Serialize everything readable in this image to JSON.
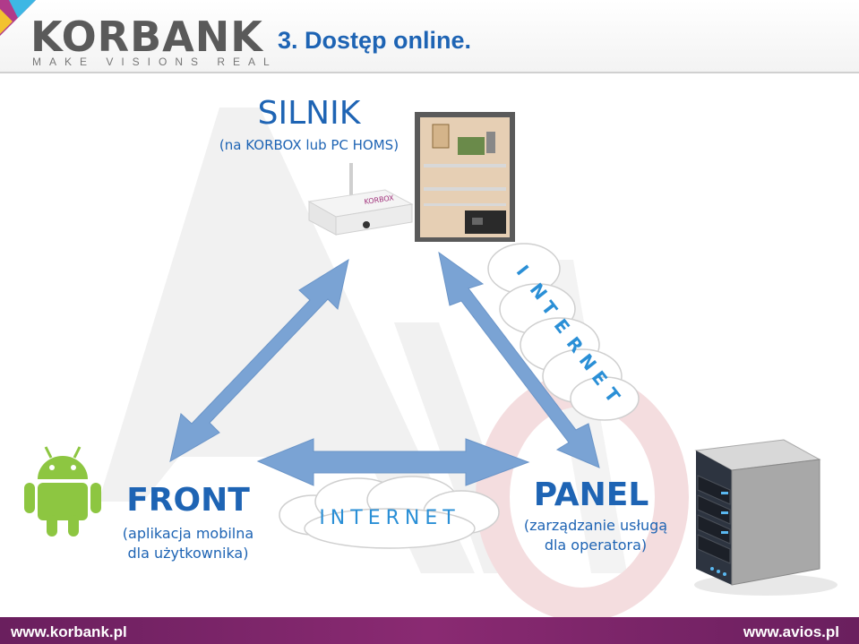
{
  "header": {
    "logo": "KORBANK",
    "tagline": "MAKE VISIONS REAL",
    "title": "3. Dostęp online."
  },
  "nodes": {
    "silnik": {
      "title": "SILNIK",
      "subtitle": "(na KORBOX lub PC HOMS)"
    },
    "front": {
      "title": "FRONT",
      "subtitle_line1": "(aplikacja mobilna",
      "subtitle_line2": "dla użytkownika)"
    },
    "panel": {
      "title": "PANEL",
      "subtitle_line1": "(zarządzanie usługą",
      "subtitle_line2": "dla operatora)"
    }
  },
  "clouds": {
    "bottom": "INTERNET",
    "diagonal": [
      "I",
      "N",
      "T",
      "E",
      "R",
      "N",
      "E",
      "T"
    ]
  },
  "footer": {
    "left": "www.korbank.pl",
    "right": "www.avios.pl"
  },
  "colors": {
    "arrow": "#7aa3d4",
    "title_blue": "#1e64b4",
    "internet_blue": "#2a8fd6",
    "footer_purple": "#7a2468",
    "android_green": "#8dc641"
  },
  "icons": [
    "korbank-logo-icon",
    "korbox-router-icon",
    "control-cabinet-icon",
    "android-icon",
    "server-icon"
  ]
}
